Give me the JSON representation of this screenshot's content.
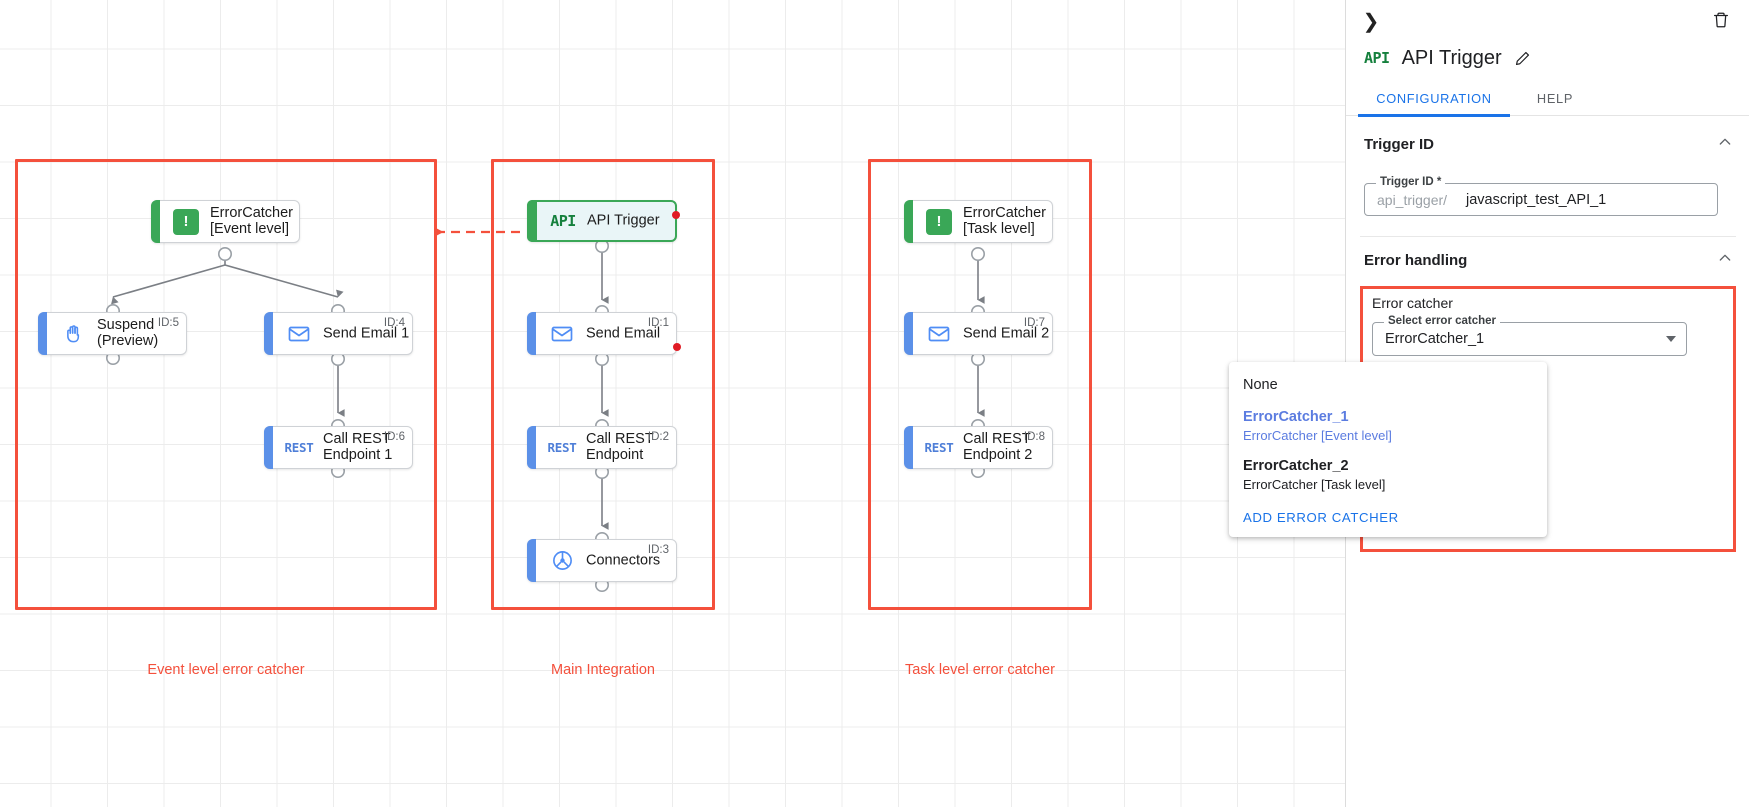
{
  "canvas": {
    "groups": [
      {
        "id": "event-level",
        "label": "Event level error catcher"
      },
      {
        "id": "main",
        "label": "Main Integration"
      },
      {
        "id": "task-level",
        "label": "Task level error catcher"
      }
    ],
    "nodes": [
      {
        "key": "errorcatcher_event",
        "label": "ErrorCatcher\n[Event level]",
        "icon": "alert-square-icon",
        "id_tag": ""
      },
      {
        "key": "suspend",
        "label": "Suspend\n(Preview)",
        "icon": "hand-icon",
        "id_tag": "ID:5"
      },
      {
        "key": "send_email_1",
        "label": "Send Email 1",
        "icon": "envelope-icon",
        "id_tag": "ID:4"
      },
      {
        "key": "call_rest_1",
        "label": "Call REST\nEndpoint 1",
        "icon": "rest-icon",
        "id_tag": "ID:6"
      },
      {
        "key": "api_trigger",
        "label": "API Trigger",
        "icon": "api-icon",
        "id_tag": ""
      },
      {
        "key": "send_email",
        "label": "Send Email",
        "icon": "envelope-icon",
        "id_tag": "ID:1"
      },
      {
        "key": "call_rest",
        "label": "Call REST\nEndpoint",
        "icon": "rest-icon",
        "id_tag": "ID:2"
      },
      {
        "key": "connectors",
        "label": "Connectors",
        "icon": "connectors-icon",
        "id_tag": "ID:3"
      },
      {
        "key": "errorcatcher_task",
        "label": "ErrorCatcher\n[Task level]",
        "icon": "alert-square-icon",
        "id_tag": ""
      },
      {
        "key": "send_email_2",
        "label": "Send Email 2",
        "icon": "envelope-icon",
        "id_tag": "ID:7"
      },
      {
        "key": "call_rest_2",
        "label": "Call REST\nEndpoint 2",
        "icon": "rest-icon",
        "id_tag": "ID:8"
      }
    ]
  },
  "panel": {
    "collapse_icon": "chevron-right-icon",
    "delete_icon": "trash-icon",
    "badge": "API",
    "title": "API Trigger",
    "edit_icon": "pencil-icon",
    "tabs": [
      {
        "label": "CONFIGURATION",
        "active": true
      },
      {
        "label": "HELP",
        "active": false
      }
    ],
    "trigger_id_section": {
      "heading": "Trigger ID",
      "collapse_icon": "chevron-up-icon",
      "field_legend": "Trigger ID *",
      "field_prefix": "api_trigger/",
      "field_value": "javascript_test_API_1"
    },
    "error_handling_section": {
      "heading": "Error handling",
      "collapse_icon": "chevron-up-icon",
      "error_catcher_label": "Error catcher",
      "select_legend": "Select error catcher",
      "select_value": "ErrorCatcher_1",
      "dropdown_icon": "chevron-down-icon",
      "dropdown_options": [
        {
          "primary": "None",
          "secondary": "",
          "selected": false
        },
        {
          "primary": "ErrorCatcher_1",
          "secondary": "ErrorCatcher [Event level]",
          "selected": true
        },
        {
          "primary": "ErrorCatcher_2",
          "secondary": "ErrorCatcher [Task level]",
          "selected": false
        }
      ],
      "add_action": "ADD ERROR CATCHER"
    }
  },
  "colors": {
    "group_red": "#f4503c",
    "accent_blue": "#5b90e8",
    "accent_green": "#3aa757",
    "link_blue": "#1a73e8",
    "option_blue": "#5b7ce0",
    "status_dot_red": "#e01b24"
  }
}
